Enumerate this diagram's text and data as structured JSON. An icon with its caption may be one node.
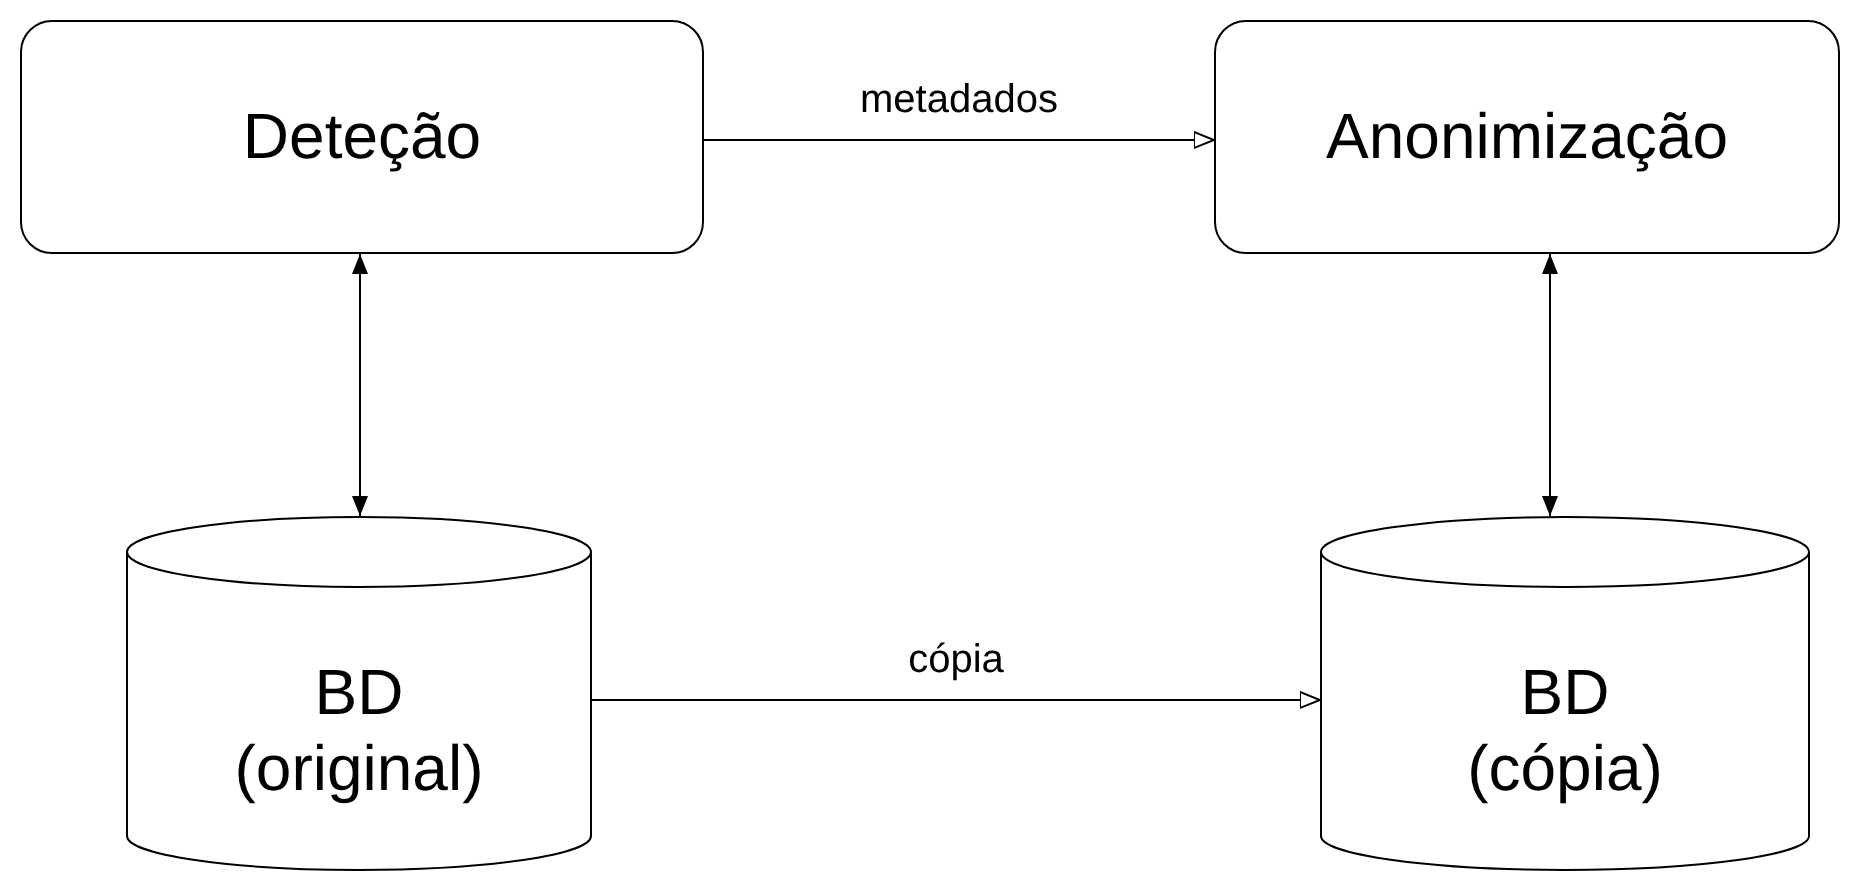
{
  "diagram": {
    "nodes": [
      {
        "text": [
          "Deteção"
        ]
      },
      {
        "text": [
          "Anonimização"
        ]
      },
      {
        "text": [
          "BD (original)"
        ]
      },
      {
        "text": [
          "BD (cópia)"
        ]
      }
    ],
    "edges": [
      {
        "from": 0,
        "to": 1,
        "arrow": "to",
        "label": "metadados"
      },
      {
        "from": 0,
        "to": 2,
        "arrow": "both"
      },
      {
        "from": 1,
        "to": 3,
        "arrow": "both"
      },
      {
        "from": 2,
        "to": 3,
        "arrow": "to",
        "label": "cópia"
      }
    ]
  }
}
